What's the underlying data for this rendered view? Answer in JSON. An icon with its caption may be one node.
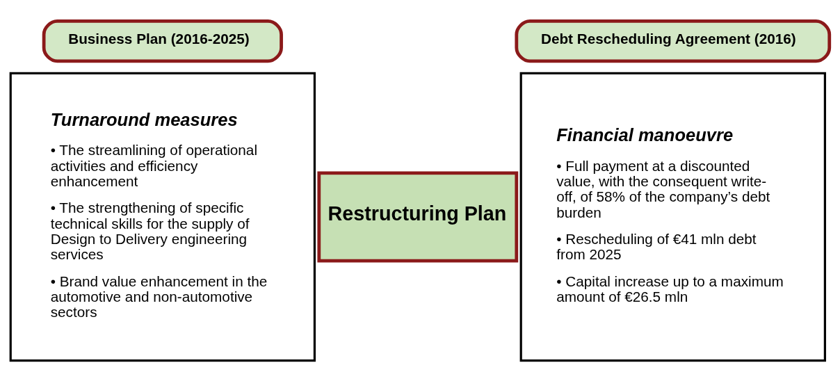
{
  "diagram": {
    "nodes": [
      {
        "text": [
          "Business Plan (2016-2025)"
        ]
      },
      {
        "text": [
          "Turnaround measures",
          "• The streamlining of operational activities and efficiency enhancement",
          "• The strengthening of specific technical skills for the supply of Design to Delivery engineering services",
          "• Brand value enhancement in the automotive and non-automotive sectors"
        ]
      },
      {
        "text": [
          "Restructuring Plan"
        ]
      },
      {
        "text": [
          "Debt Rescheduling Agreement (2016)"
        ]
      },
      {
        "text": [
          "Financial manoeuvre",
          "• Full payment at a discounted value, with the consequent write-off, of 58% of the company’s debt burden",
          "• Rescheduling of €41 mln debt from 2025",
          "• Capital increase up to a maximum amount of €26.5 mln"
        ]
      }
    ],
    "edges": []
  }
}
